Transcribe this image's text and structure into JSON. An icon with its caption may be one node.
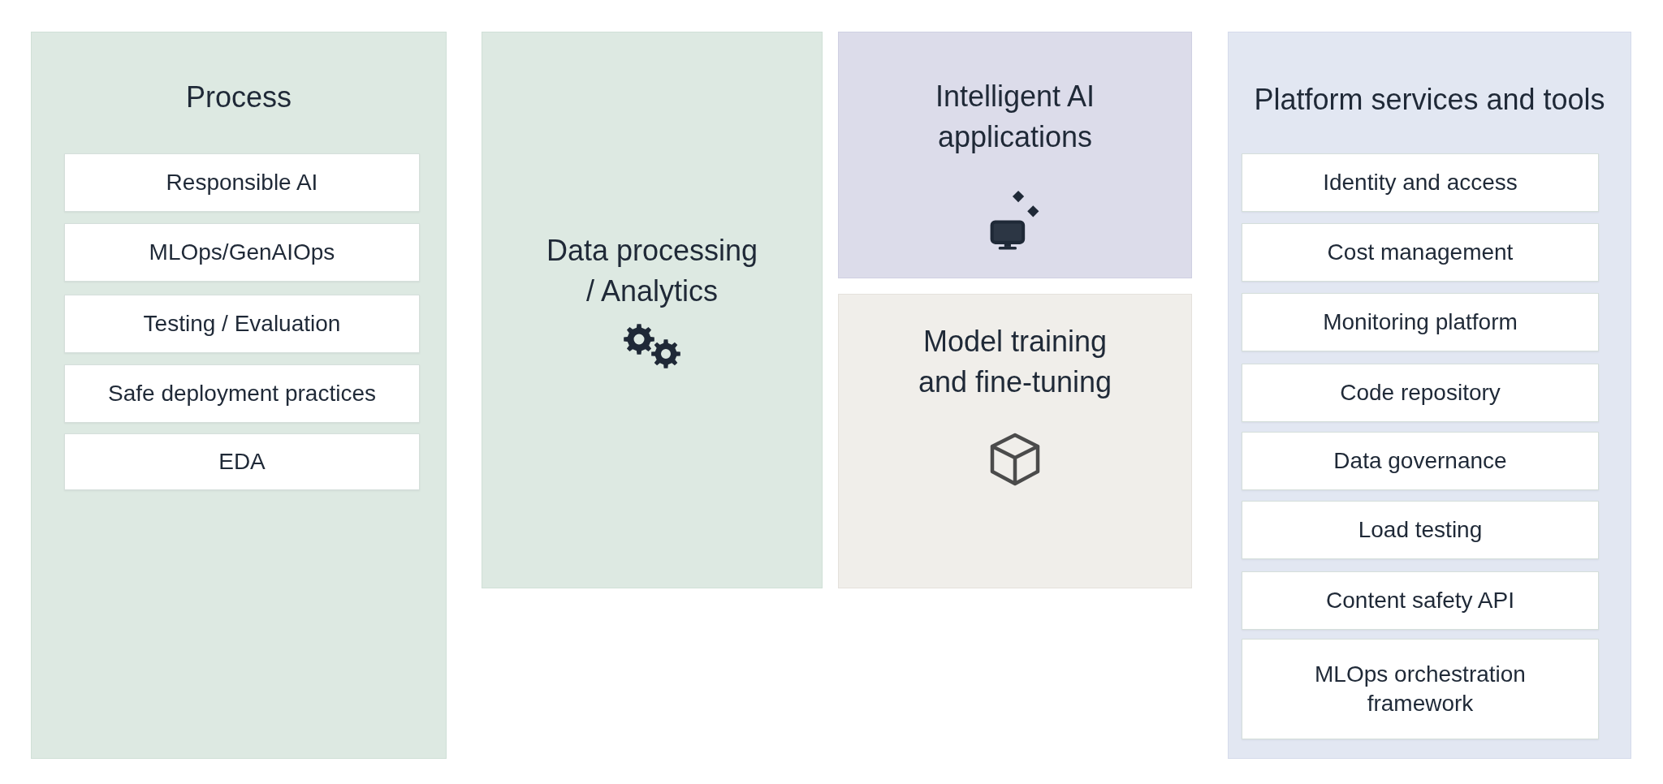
{
  "diagram": {
    "nodes": [
      {
        "text": [
          "Process"
        ]
      },
      {
        "text": [
          "Responsible AI"
        ],
        "in": 0
      },
      {
        "text": [
          "MLOps/GenAIOps"
        ],
        "in": 0
      },
      {
        "text": [
          "Testing / Evaluation"
        ],
        "in": 0
      },
      {
        "text": [
          "Safe deployment practices"
        ],
        "in": 0
      },
      {
        "text": [
          "EDA"
        ],
        "in": 0
      },
      {
        "text": [
          "Data processing / Analytics"
        ]
      },
      {
        "text": [
          "Intelligent AI applications"
        ]
      },
      {
        "text": [
          "Model training and fine-tuning"
        ]
      },
      {
        "text": [
          "Platform services and tools"
        ]
      },
      {
        "text": [
          "Identity and access"
        ],
        "in": 9
      },
      {
        "text": [
          "Cost management"
        ],
        "in": 9
      },
      {
        "text": [
          "Monitoring platform"
        ],
        "in": 9
      },
      {
        "text": [
          "Code repository"
        ],
        "in": 9
      },
      {
        "text": [
          "Data governance"
        ],
        "in": 9
      },
      {
        "text": [
          "Load testing"
        ],
        "in": 9
      },
      {
        "text": [
          "Content safety API"
        ],
        "in": 9
      },
      {
        "text": [
          "MLOps orchestration framework"
        ],
        "in": 9
      }
    ]
  }
}
